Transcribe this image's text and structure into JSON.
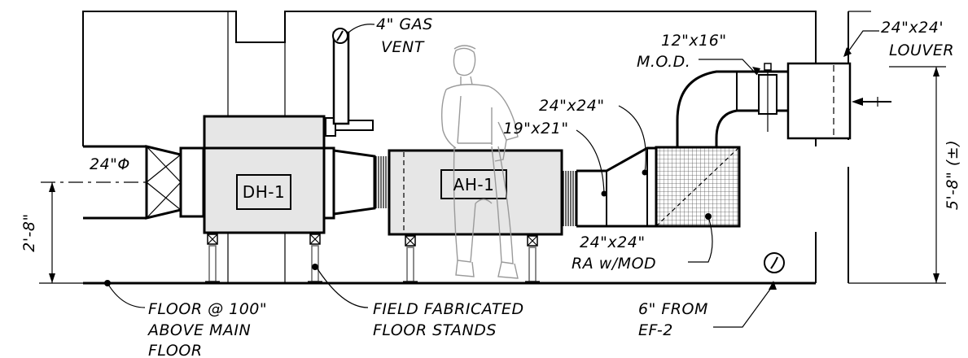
{
  "equipment": {
    "dehumidifier_tag": "DH-1",
    "air_handler_tag": "AH-1"
  },
  "labels": {
    "gas_vent_line1": "4\" GAS",
    "gas_vent_line2": "VENT",
    "mod_line1": "12\"x16\"",
    "mod_line2": "M.O.D.",
    "louver_line1": "24\"x24'",
    "louver_line2": "LOUVER",
    "duct_24x24_upper": "24\"x24\"",
    "duct_19x21": "19\"x21\"",
    "duct_diameter": "24\"Φ",
    "ra_line1": "24\"x24\"",
    "ra_line2": "RA w/MOD",
    "floor_line1": "FLOOR @ 100\"",
    "floor_line2": "ABOVE MAIN",
    "floor_line3": "FLOOR",
    "stands_line1": "FIELD FABRICATED",
    "stands_line2": "FLOOR STANDS",
    "ef_line1": "6\" FROM",
    "ef_line2": "EF-2"
  },
  "dimensions": {
    "left_height": "2'-8\"",
    "right_height": "5'-8\" (±)"
  }
}
